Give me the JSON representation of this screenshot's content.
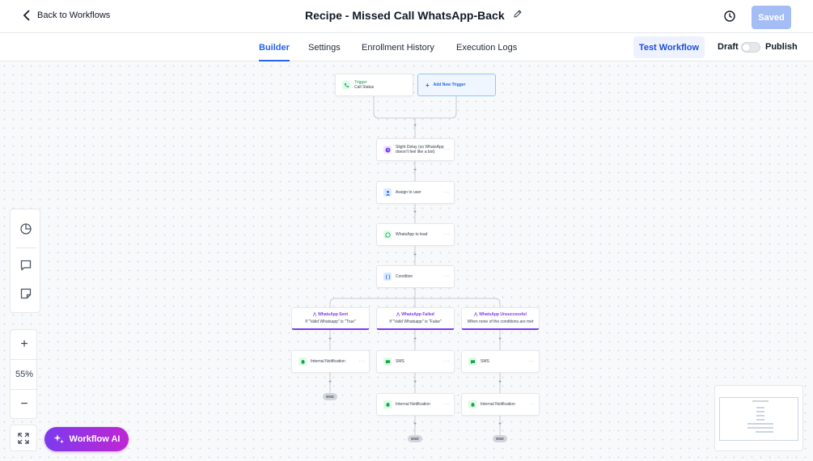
{
  "header": {
    "back_label": "Back to Workflows",
    "title": "Recipe - Missed Call WhatsApp-Back",
    "saved_label": "Saved"
  },
  "tabs": [
    {
      "label": "Builder",
      "active": true
    },
    {
      "label": "Settings",
      "active": false
    },
    {
      "label": "Enrollment History",
      "active": false
    },
    {
      "label": "Execution Logs",
      "active": false
    }
  ],
  "actions": {
    "test_label": "Test Workflow",
    "draft_label": "Draft",
    "publish_label": "Publish",
    "publish_on": false
  },
  "workflow": {
    "trigger": {
      "title": "Trigger",
      "subtitle": "Call Status",
      "icon": "phone-icon"
    },
    "add_trigger_label": "Add New Trigger",
    "steps": [
      {
        "label": "Slight Delay (so WhatsApp doesn't feel like a bot)",
        "icon": "clock-icon"
      },
      {
        "label": "Assign to user",
        "icon": "user-icon"
      },
      {
        "label": "WhatsApp to lead",
        "icon": "whatsapp-icon"
      },
      {
        "label": "Condition",
        "icon": "condition-icon"
      }
    ],
    "branches": [
      {
        "title": "WhatsApp Sent",
        "subtitle": "If \"Valid Whatsapp\" is \"True\"",
        "actions": [
          "Internal Notification"
        ]
      },
      {
        "title": "WhatsApp Failed",
        "subtitle": "If \"Valid Whatsapp\" is \"False\"",
        "actions": [
          "SMS",
          "Internal Notification"
        ]
      },
      {
        "title": "WhatsApp Unsuccessful",
        "subtitle": "When none of the conditions are met",
        "actions": [
          "SMS",
          "Internal Notification"
        ]
      }
    ],
    "end_label": "END",
    "more_glyph": "···",
    "plus_glyph": "+"
  },
  "zoom": {
    "level": "55%",
    "plus": "+",
    "minus": "−"
  },
  "ai": {
    "label": "Workflow AI"
  },
  "colors": {
    "accent": "#2563eb",
    "branch": "#7c3aed",
    "saved_bg": "#a5bdf5"
  }
}
